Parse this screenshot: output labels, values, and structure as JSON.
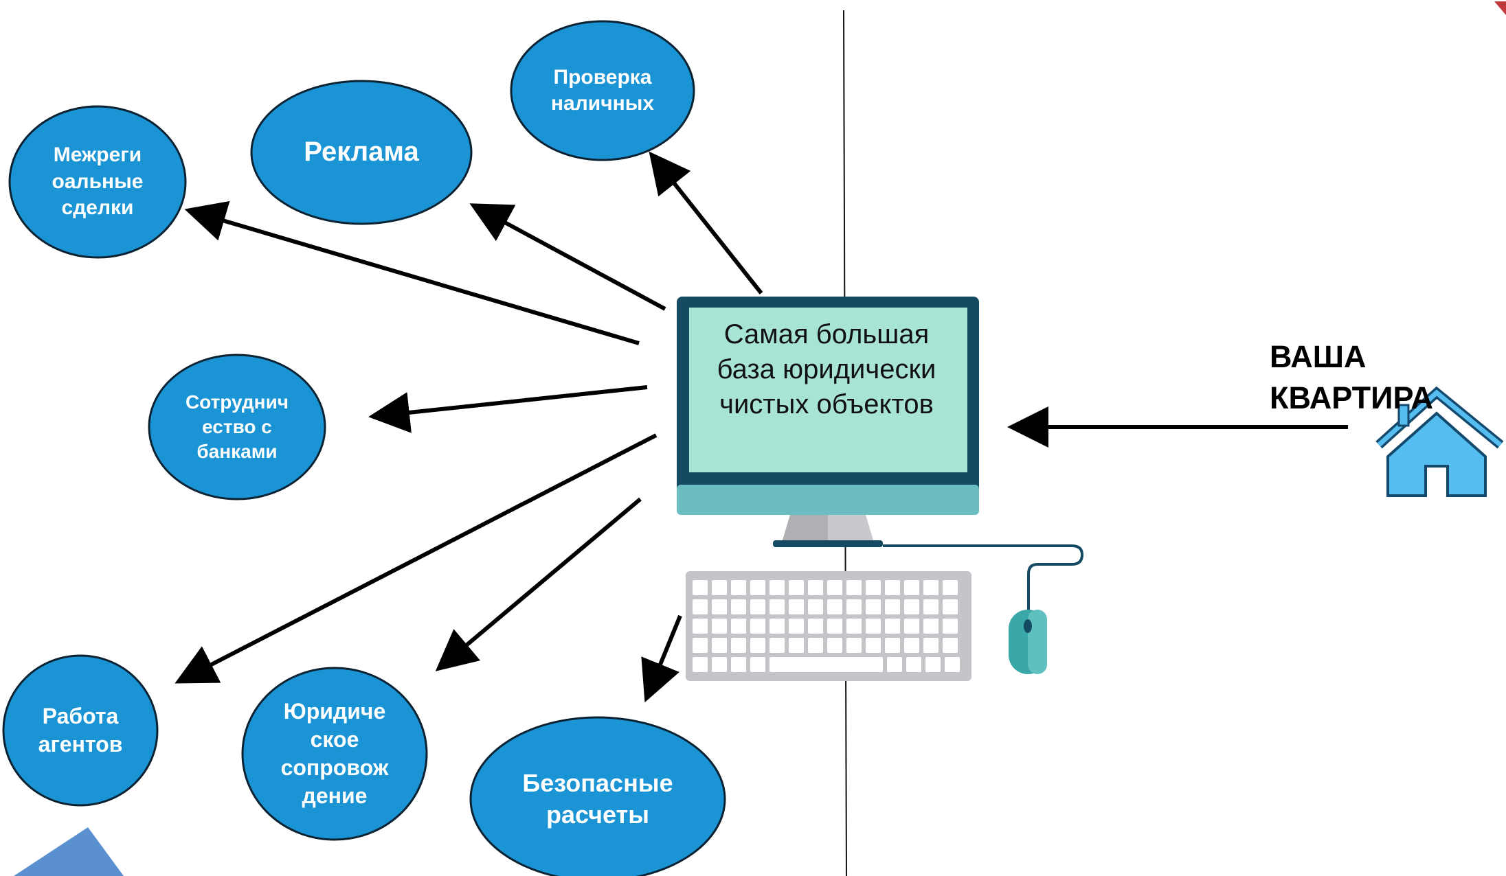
{
  "colors": {
    "node_fill": "#1a94d4",
    "node_border": "#0b2233",
    "arrow": "#000000",
    "monitor_frame": "#154b62",
    "monitor_screen": "#a8e4d6",
    "monitor_chin": "#6bbdc2",
    "house_fill": "#56bdf0",
    "house_outline": "#14496e",
    "corner_shape": "#5a8fd0"
  },
  "center": {
    "text": "Самая большая\nбаза юридически\nчистых объектов"
  },
  "house": {
    "label": "ВАША\nКВАРТИРА",
    "icon": "house-icon"
  },
  "nodes": [
    {
      "id": "mezhregionalnye",
      "label": "Межреги\nоальные\nсделки"
    },
    {
      "id": "reklama",
      "label": "Реклама"
    },
    {
      "id": "proverka",
      "label": "Проверка\nналичных"
    },
    {
      "id": "sotrudnichestvo",
      "label": "Сотруднич\nество с\nбанками"
    },
    {
      "id": "rabota-agentov",
      "label": "Работа\nагентов"
    },
    {
      "id": "yuridicheskoe",
      "label": "Юридиче\nское\nсопровож\nдение"
    },
    {
      "id": "bezopasnye",
      "label": "Безопасные\nрасчеты"
    }
  ]
}
